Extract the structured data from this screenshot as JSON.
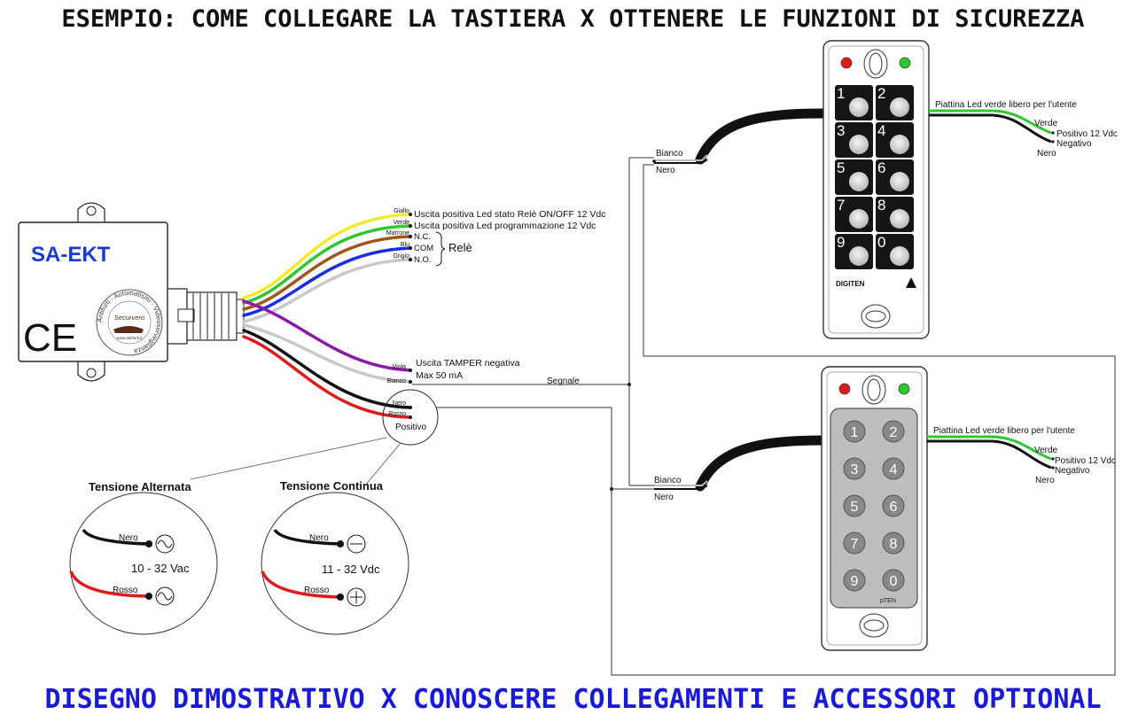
{
  "title_top": "ESEMPIO: COME COLLEGARE LA TASTIERA X OTTENERE LE FUNZIONI DI SICUREZZA",
  "title_bottom": "DISEGNO DIMOSTRATIVO X CONOSCERE COLLEGAMENTI E ACCESSORI OPTIONAL",
  "module": {
    "name": "SA-EKT",
    "ce_mark": "CE",
    "logo_text": "Securvero",
    "logo_ring": "Antifurti · Automatismi · Videosorveglianza",
    "logo_url": "www.antifurti.it"
  },
  "wires": {
    "giallo": "Giallo",
    "verde": "Verde",
    "marrone": "Marrone",
    "blu": "Blu",
    "grigio": "Grigio",
    "viola": "Viola",
    "bianco": "Bianco",
    "nero": "Nero",
    "rosso": "Rosso"
  },
  "outputs": {
    "led_rele": "Uscita positiva Led stato Relè ON/OFF 12 Vdc",
    "led_prog": "Uscita positiva Led programmazione 12 Vdc",
    "nc": "N.C.",
    "com": "COM",
    "no": "N.O.",
    "rele": "Relè",
    "tamper": "Uscita TAMPER negativa",
    "tamper_max": "Max 50 mA",
    "segnale": "Segnale",
    "positivo": "Positivo"
  },
  "power": {
    "ac_title": "Tensione Alternata",
    "dc_title": "Tensione Continua",
    "nero": "Nero",
    "rosso": "Rosso",
    "ac_range": "10 - 32 Vac",
    "dc_range": "11 - 32 Vdc"
  },
  "keypad1": {
    "keys": [
      "1",
      "2",
      "3",
      "4",
      "5",
      "6",
      "7",
      "8",
      "9",
      "0"
    ],
    "brand": "DIGITEN",
    "bianco": "Bianco",
    "nero": "Nero",
    "piattina": "Piattina Led verde libero per l'utente",
    "verde": "Verde",
    "positivo": "Positivo 12 Vdc",
    "negativo": "Negativo",
    "nero_out": "Nero"
  },
  "keypad2": {
    "keys": [
      "1",
      "2",
      "3",
      "4",
      "5",
      "6",
      "7",
      "8",
      "9",
      "0"
    ],
    "brand": "pTEN",
    "bianco": "Bianco",
    "nero": "Nero",
    "piattina": "Piattina Led verde libero per l'utente",
    "verde": "Verde",
    "positivo": "Positivo 12 Vdc",
    "negativo": "Negativo",
    "nero_out": "Nero"
  },
  "colors": {
    "giallo": "#f2ea2a",
    "verde": "#2ec82e",
    "marrone": "#a0561a",
    "blu": "#1a2ee0",
    "grigio": "#c8c8c8",
    "viola": "#8a1aa6",
    "rosso": "#e01a1a",
    "nero": "#111111",
    "module_text": "#1a3ad6",
    "led_red": "#e01a1a",
    "led_green": "#2ec82e"
  }
}
